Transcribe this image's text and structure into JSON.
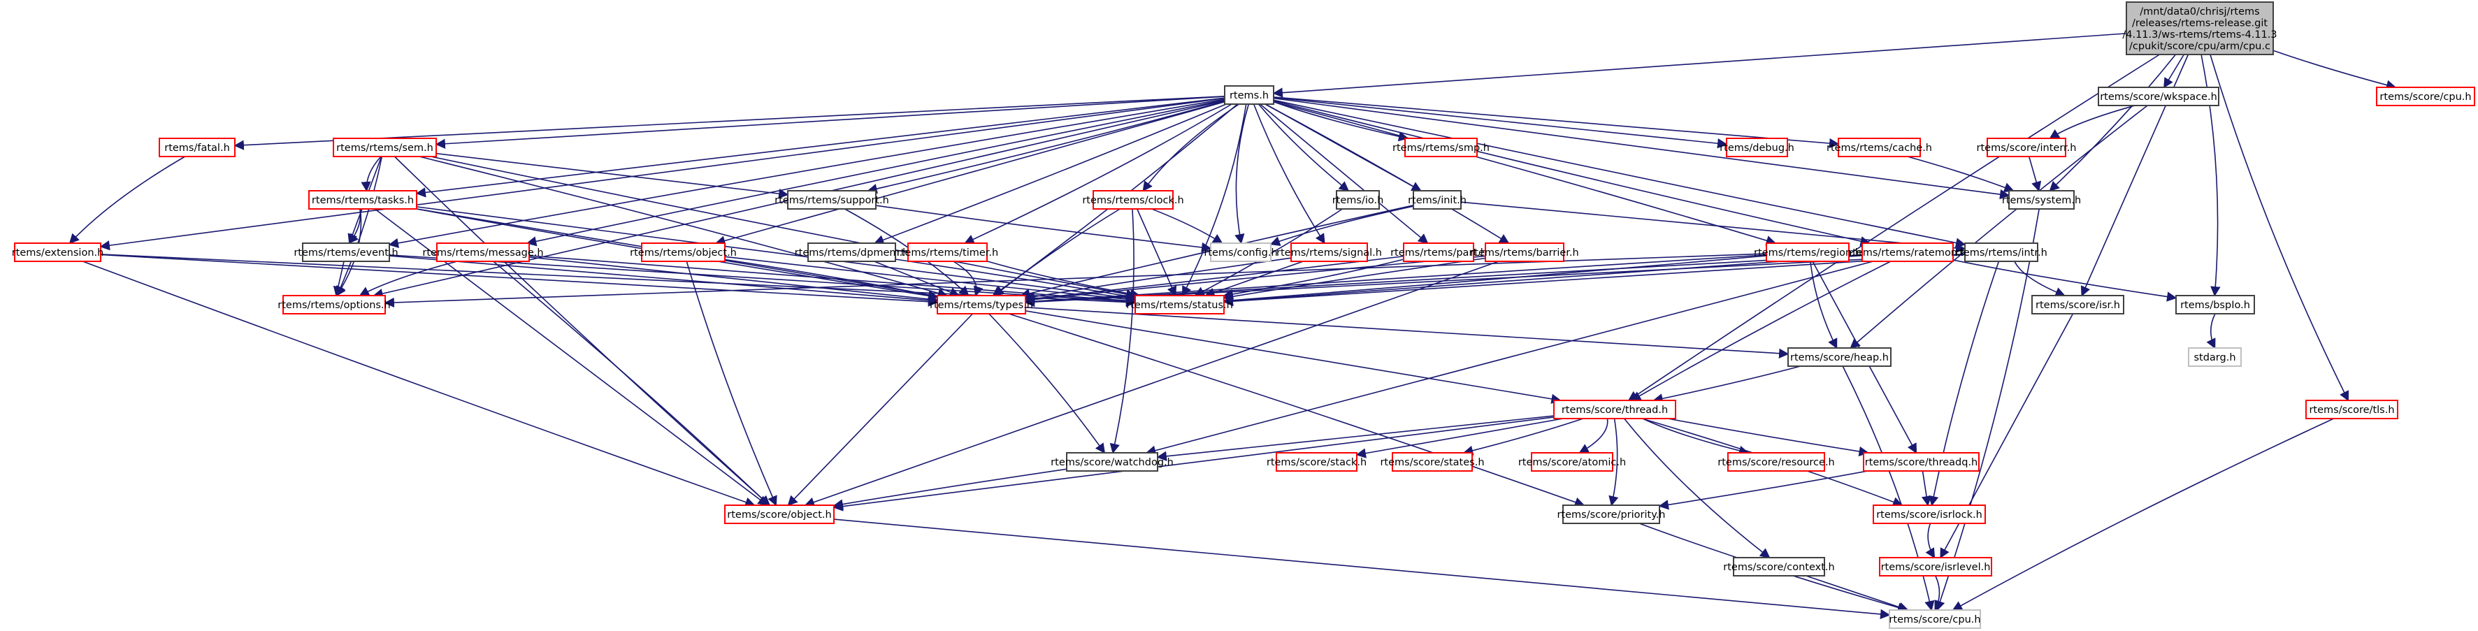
{
  "diagram": {
    "title": "cpu.c include dependency graph",
    "colors": {
      "edge": "#191970",
      "root_fill": "#bfbfbf",
      "root_border": "#404040",
      "documented_border": "#404040",
      "undocumented_border": "#ff0000",
      "external_border": "#bfbfbf"
    },
    "nodes": [
      {
        "id": "root",
        "label": "/mnt/data0/chrisj/rtems\n/releases/rtems-release.git\n/4.11.3/ws-rtems/rtems-4.11.3\n/cpukit/score/cpu/arm/cpu.c",
        "kind": "root"
      },
      {
        "id": "rtems_h",
        "label": "rtems.h",
        "kind": "documented"
      },
      {
        "id": "score_cpu_top",
        "label": "rtems/score/cpu.h",
        "kind": "undocumented"
      },
      {
        "id": "wkspace",
        "label": "rtems/score/wkspace.h",
        "kind": "documented"
      },
      {
        "id": "fatal",
        "label": "rtems/fatal.h",
        "kind": "undocumented"
      },
      {
        "id": "sem",
        "label": "rtems/rtems/sem.h",
        "kind": "undocumented"
      },
      {
        "id": "smp",
        "label": "rtems/rtems/smp.h",
        "kind": "undocumented"
      },
      {
        "id": "debug",
        "label": "rtems/debug.h",
        "kind": "undocumented"
      },
      {
        "id": "cache",
        "label": "rtems/rtems/cache.h",
        "kind": "undocumented"
      },
      {
        "id": "interr",
        "label": "rtems/score/interr.h",
        "kind": "undocumented"
      },
      {
        "id": "tasks",
        "label": "rtems/rtems/tasks.h",
        "kind": "undocumented"
      },
      {
        "id": "support",
        "label": "rtems/rtems/support.h",
        "kind": "documented"
      },
      {
        "id": "clock",
        "label": "rtems/rtems/clock.h",
        "kind": "undocumented"
      },
      {
        "id": "io",
        "label": "rtems/io.h",
        "kind": "documented"
      },
      {
        "id": "init",
        "label": "rtems/init.h",
        "kind": "documented"
      },
      {
        "id": "system",
        "label": "rtems/system.h",
        "kind": "documented"
      },
      {
        "id": "extension",
        "label": "rtems/extension.h",
        "kind": "undocumented"
      },
      {
        "id": "event",
        "label": "rtems/rtems/event.h",
        "kind": "documented"
      },
      {
        "id": "message",
        "label": "rtems/rtems/message.h",
        "kind": "undocumented"
      },
      {
        "id": "object_r",
        "label": "rtems/rtems/object.h",
        "kind": "undocumented"
      },
      {
        "id": "dpmem",
        "label": "rtems/rtems/dpmem.h",
        "kind": "documented"
      },
      {
        "id": "timer",
        "label": "rtems/rtems/timer.h",
        "kind": "undocumented"
      },
      {
        "id": "config",
        "label": "rtems/config.h",
        "kind": "external"
      },
      {
        "id": "signal",
        "label": "rtems/rtems/signal.h",
        "kind": "undocumented"
      },
      {
        "id": "part",
        "label": "rtems/rtems/part.h",
        "kind": "undocumented"
      },
      {
        "id": "barrier",
        "label": "rtems/rtems/barrier.h",
        "kind": "undocumented"
      },
      {
        "id": "region",
        "label": "rtems/rtems/region.h",
        "kind": "undocumented"
      },
      {
        "id": "ratemon",
        "label": "rtems/rtems/ratemon.h",
        "kind": "undocumented"
      },
      {
        "id": "intr",
        "label": "rtems/rtems/intr.h",
        "kind": "documented"
      },
      {
        "id": "options",
        "label": "rtems/rtems/options.h",
        "kind": "undocumented"
      },
      {
        "id": "types",
        "label": "rtems/rtems/types.h",
        "kind": "undocumented"
      },
      {
        "id": "status",
        "label": "rtems/rtems/status.h",
        "kind": "undocumented"
      },
      {
        "id": "isr",
        "label": "rtems/score/isr.h",
        "kind": "documented"
      },
      {
        "id": "bspio",
        "label": "rtems/bspIo.h",
        "kind": "documented"
      },
      {
        "id": "stdarg",
        "label": "stdarg.h",
        "kind": "external"
      },
      {
        "id": "heap",
        "label": "rtems/score/heap.h",
        "kind": "documented"
      },
      {
        "id": "tls",
        "label": "rtems/score/tls.h",
        "kind": "undocumented"
      },
      {
        "id": "thread",
        "label": "rtems/score/thread.h",
        "kind": "undocumented"
      },
      {
        "id": "watchdog",
        "label": "rtems/score/watchdog.h",
        "kind": "documented"
      },
      {
        "id": "stack",
        "label": "rtems/score/stack.h",
        "kind": "undocumented"
      },
      {
        "id": "states",
        "label": "rtems/score/states.h",
        "kind": "undocumented"
      },
      {
        "id": "atomic",
        "label": "rtems/score/atomic.h",
        "kind": "undocumented"
      },
      {
        "id": "resource",
        "label": "rtems/score/resource.h",
        "kind": "undocumented"
      },
      {
        "id": "threadq",
        "label": "rtems/score/threadq.h",
        "kind": "undocumented"
      },
      {
        "id": "object_s",
        "label": "rtems/score/object.h",
        "kind": "undocumented"
      },
      {
        "id": "priority",
        "label": "rtems/score/priority.h",
        "kind": "documented"
      },
      {
        "id": "isrlock",
        "label": "rtems/score/isrlock.h",
        "kind": "undocumented"
      },
      {
        "id": "context",
        "label": "rtems/score/context.h",
        "kind": "documented"
      },
      {
        "id": "isrlevel",
        "label": "rtems/score/isrlevel.h",
        "kind": "undocumented"
      },
      {
        "id": "cpu_bottom",
        "label": "rtems/score/cpu.h",
        "kind": "external"
      }
    ],
    "edges": [
      [
        "root",
        "rtems_h"
      ],
      [
        "root",
        "score_cpu_top"
      ],
      [
        "root",
        "wkspace"
      ],
      [
        "root",
        "system"
      ],
      [
        "root",
        "bspio"
      ],
      [
        "root",
        "tls"
      ],
      [
        "root",
        "thread"
      ],
      [
        "root",
        "isr"
      ],
      [
        "rtems_h",
        "fatal"
      ],
      [
        "rtems_h",
        "sem"
      ],
      [
        "rtems_h",
        "smp"
      ],
      [
        "rtems_h",
        "debug"
      ],
      [
        "rtems_h",
        "cache"
      ],
      [
        "rtems_h",
        "tasks"
      ],
      [
        "rtems_h",
        "support"
      ],
      [
        "rtems_h",
        "clock"
      ],
      [
        "rtems_h",
        "io"
      ],
      [
        "rtems_h",
        "init"
      ],
      [
        "rtems_h",
        "system"
      ],
      [
        "rtems_h",
        "extension"
      ],
      [
        "rtems_h",
        "event"
      ],
      [
        "rtems_h",
        "message"
      ],
      [
        "rtems_h",
        "object_r"
      ],
      [
        "rtems_h",
        "dpmem"
      ],
      [
        "rtems_h",
        "timer"
      ],
      [
        "rtems_h",
        "config"
      ],
      [
        "rtems_h",
        "signal"
      ],
      [
        "rtems_h",
        "part"
      ],
      [
        "rtems_h",
        "barrier"
      ],
      [
        "rtems_h",
        "region"
      ],
      [
        "rtems_h",
        "ratemon"
      ],
      [
        "rtems_h",
        "intr"
      ],
      [
        "rtems_h",
        "options"
      ],
      [
        "rtems_h",
        "types"
      ],
      [
        "rtems_h",
        "status"
      ],
      [
        "wkspace",
        "interr"
      ],
      [
        "wkspace",
        "heap"
      ],
      [
        "interr",
        "system"
      ],
      [
        "cache",
        "system"
      ],
      [
        "system",
        "cpu_bottom"
      ],
      [
        "fatal",
        "extension"
      ],
      [
        "sem",
        "tasks"
      ],
      [
        "sem",
        "support"
      ],
      [
        "sem",
        "options"
      ],
      [
        "sem",
        "types"
      ],
      [
        "sem",
        "status"
      ],
      [
        "sem",
        "object_s"
      ],
      [
        "sem",
        "event"
      ],
      [
        "tasks",
        "event"
      ],
      [
        "tasks",
        "options"
      ],
      [
        "tasks",
        "types"
      ],
      [
        "tasks",
        "status"
      ],
      [
        "tasks",
        "object_s"
      ],
      [
        "tasks",
        "thread"
      ],
      [
        "support",
        "types"
      ],
      [
        "support",
        "config"
      ],
      [
        "clock",
        "types"
      ],
      [
        "clock",
        "status"
      ],
      [
        "clock",
        "config"
      ],
      [
        "clock",
        "watchdog"
      ],
      [
        "init",
        "config"
      ],
      [
        "init",
        "types"
      ],
      [
        "init",
        "intr"
      ],
      [
        "io",
        "status"
      ],
      [
        "extension",
        "types"
      ],
      [
        "extension",
        "status"
      ],
      [
        "extension",
        "object_s"
      ],
      [
        "event",
        "options"
      ],
      [
        "event",
        "types"
      ],
      [
        "event",
        "status"
      ],
      [
        "message",
        "options"
      ],
      [
        "message",
        "types"
      ],
      [
        "message",
        "status"
      ],
      [
        "message",
        "object_s"
      ],
      [
        "object_r",
        "types"
      ],
      [
        "object_r",
        "status"
      ],
      [
        "object_r",
        "object_s"
      ],
      [
        "dpmem",
        "types"
      ],
      [
        "dpmem",
        "status"
      ],
      [
        "timer",
        "types"
      ],
      [
        "timer",
        "status"
      ],
      [
        "signal",
        "types"
      ],
      [
        "signal",
        "status"
      ],
      [
        "part",
        "types"
      ],
      [
        "part",
        "status"
      ],
      [
        "barrier",
        "types"
      ],
      [
        "barrier",
        "status"
      ],
      [
        "barrier",
        "object_s"
      ],
      [
        "region",
        "types"
      ],
      [
        "region",
        "status"
      ],
      [
        "region",
        "options"
      ],
      [
        "region",
        "heap"
      ],
      [
        "region",
        "threadq"
      ],
      [
        "ratemon",
        "types"
      ],
      [
        "ratemon",
        "status"
      ],
      [
        "ratemon",
        "bspio"
      ],
      [
        "ratemon",
        "thread"
      ],
      [
        "ratemon",
        "watchdog"
      ],
      [
        "intr",
        "types"
      ],
      [
        "intr",
        "status"
      ],
      [
        "intr",
        "isr"
      ],
      [
        "intr",
        "isrlock"
      ],
      [
        "types",
        "object_s"
      ],
      [
        "types",
        "watchdog"
      ],
      [
        "types",
        "priority"
      ],
      [
        "types",
        "heap"
      ],
      [
        "bspio",
        "stdarg"
      ],
      [
        "isr",
        "isrlevel"
      ],
      [
        "heap",
        "thread"
      ],
      [
        "heap",
        "cpu_bottom"
      ],
      [
        "tls",
        "cpu_bottom"
      ],
      [
        "thread",
        "watchdog"
      ],
      [
        "thread",
        "stack"
      ],
      [
        "thread",
        "states"
      ],
      [
        "thread",
        "atomic"
      ],
      [
        "thread",
        "resource"
      ],
      [
        "thread",
        "threadq"
      ],
      [
        "thread",
        "object_s"
      ],
      [
        "thread",
        "priority"
      ],
      [
        "thread",
        "isrlock"
      ],
      [
        "thread",
        "context"
      ],
      [
        "watchdog",
        "object_s"
      ],
      [
        "threadq",
        "isrlock"
      ],
      [
        "threadq",
        "priority"
      ],
      [
        "object_s",
        "cpu_bottom"
      ],
      [
        "priority",
        "cpu_bottom"
      ],
      [
        "isrlock",
        "isrlevel"
      ],
      [
        "context",
        "cpu_bottom"
      ],
      [
        "isrlevel",
        "cpu_bottom"
      ]
    ]
  }
}
